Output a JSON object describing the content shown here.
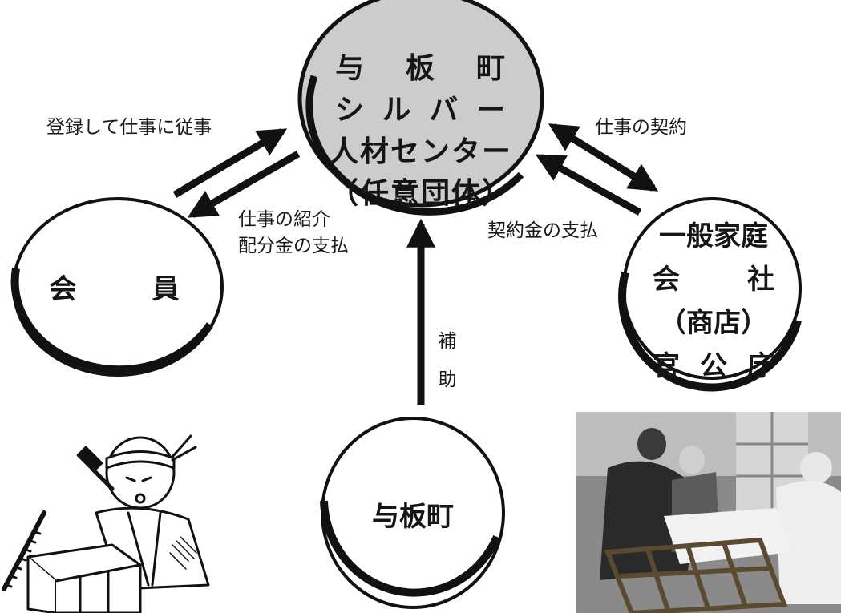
{
  "nodes": {
    "center": {
      "line1": "与　板　町",
      "line1_parts": [
        "与",
        "板",
        "町"
      ],
      "line2_parts": [
        "シ",
        "ル",
        "バ",
        "ー"
      ],
      "line3": "人材センター",
      "line4": "（任意団体）"
    },
    "left": {
      "label": "会　員"
    },
    "right": {
      "line1": "一般家庭",
      "line2_parts": [
        "会",
        "社"
      ],
      "line3": "（商店）",
      "line4_parts": [
        "官",
        "公",
        "庁"
      ]
    },
    "bottom": {
      "label": "与板町"
    }
  },
  "edges": {
    "register": "登録して仕事に従事",
    "intro_line1": "仕事の紹介",
    "intro_line2": "配分金の支払",
    "contract": "仕事の契約",
    "payment": "契約金の支払",
    "subsidy_chars": [
      "補",
      "助"
    ]
  },
  "colors": {
    "center_fill": "#cccccc",
    "ink": "#111111",
    "background": "#ffffff"
  }
}
